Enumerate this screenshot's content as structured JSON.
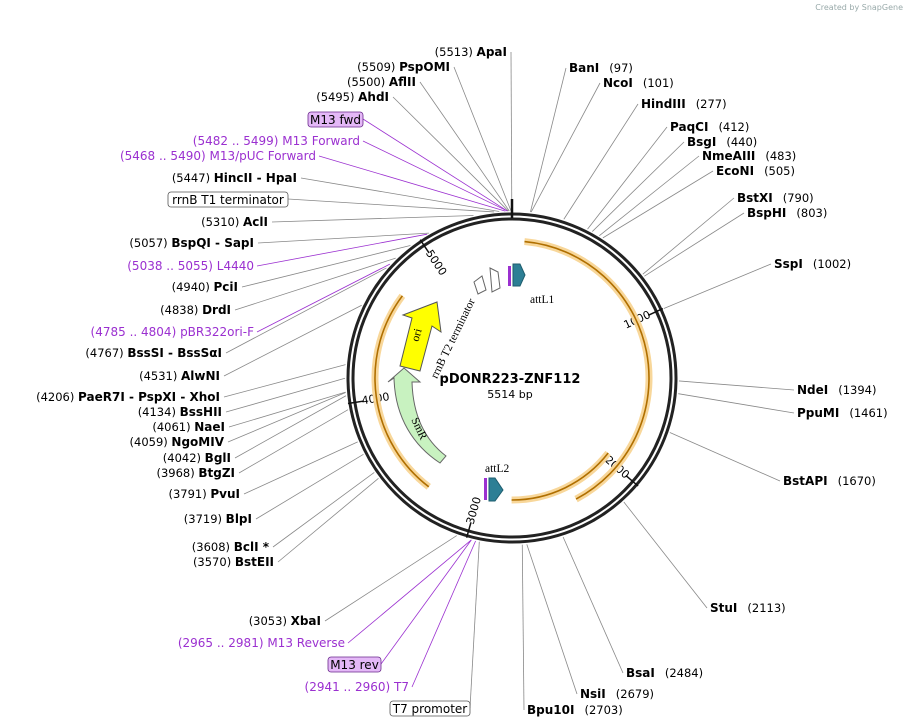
{
  "map": {
    "name": "pDONR223-ZNF112",
    "length_label": "5514 bp",
    "total_bp": 5514,
    "credit": "Created by SnapGene"
  },
  "ticks": [
    "1000",
    "2000",
    "3000",
    "4000",
    "5000"
  ],
  "enzymes_right": [
    {
      "name": "BanI",
      "pos": "(97)",
      "bp": 97
    },
    {
      "name": "NcoI",
      "pos": "(101)",
      "bp": 101
    },
    {
      "name": "HindIII",
      "pos": "(277)",
      "bp": 277
    },
    {
      "name": "PaqCI",
      "pos": "(412)",
      "bp": 412
    },
    {
      "name": "BsgI",
      "pos": "(440)",
      "bp": 440
    },
    {
      "name": "NmeAIII",
      "pos": "(483)",
      "bp": 483
    },
    {
      "name": "EcoNI",
      "pos": "(505)",
      "bp": 505
    },
    {
      "name": "BstXI",
      "pos": "(790)",
      "bp": 790
    },
    {
      "name": "BspHI",
      "pos": "(803)",
      "bp": 803
    },
    {
      "name": "SspI",
      "pos": "(1002)",
      "bp": 1002
    },
    {
      "name": "NdeI",
      "pos": "(1394)",
      "bp": 1394
    },
    {
      "name": "PpuMI",
      "pos": "(1461)",
      "bp": 1461
    },
    {
      "name": "BstAPI",
      "pos": "(1670)",
      "bp": 1670
    },
    {
      "name": "StuI",
      "pos": "(2113)",
      "bp": 2113
    },
    {
      "name": "BsaI",
      "pos": "(2484)",
      "bp": 2484
    },
    {
      "name": "NsiI",
      "pos": "(2679)",
      "bp": 2679
    },
    {
      "name": "Bpu10I",
      "pos": "(2703)",
      "bp": 2703
    }
  ],
  "enzymes_left": [
    {
      "name": "ApaI",
      "pos": "(5513)",
      "bp": 5513
    },
    {
      "name": "PspOMI",
      "pos": "(5509)",
      "bp": 5509
    },
    {
      "name": "AflII",
      "pos": "(5500)",
      "bp": 5500
    },
    {
      "name": "AhdI",
      "pos": "(5495)",
      "bp": 5495
    },
    {
      "name": "HincII  -  HpaI",
      "pos": "(5447)",
      "bp": 5447
    },
    {
      "name": "AclI",
      "pos": "(5310)",
      "bp": 5310
    },
    {
      "name": "BspQI  -  SapI",
      "pos": "(5057)",
      "bp": 5057
    },
    {
      "name": "PciI",
      "pos": "(4940)",
      "bp": 4940
    },
    {
      "name": "DrdI",
      "pos": "(4838)",
      "bp": 4838
    },
    {
      "name": "BssSI  -  BssSαI",
      "pos": "(4767)",
      "bp": 4767
    },
    {
      "name": "AlwNI",
      "pos": "(4531)",
      "bp": 4531
    },
    {
      "name": "PaeR7I  -  PspXI  -  XhoI",
      "pos": "(4206)",
      "bp": 4206
    },
    {
      "name": "BssHII",
      "pos": "(4134)",
      "bp": 4134
    },
    {
      "name": "NaeI",
      "pos": "(4061)",
      "bp": 4061
    },
    {
      "name": "NgoMIV",
      "pos": "(4059)",
      "bp": 4059
    },
    {
      "name": "BglI",
      "pos": "(4042)",
      "bp": 4042
    },
    {
      "name": "BtgZI",
      "pos": "(3968)",
      "bp": 3968
    },
    {
      "name": "PvuI",
      "pos": "(3791)",
      "bp": 3791
    },
    {
      "name": "BlpI",
      "pos": "(3719)",
      "bp": 3719
    },
    {
      "name": "BclI *",
      "pos": "(3608)",
      "bp": 3608
    },
    {
      "name": "BstEII",
      "pos": "(3570)",
      "bp": 3570
    },
    {
      "name": "XbaI",
      "pos": "(3053)",
      "bp": 3053
    }
  ],
  "primers": [
    {
      "range": "(5482 .. 5499)",
      "name": "M13 Forward",
      "bp": 5490
    },
    {
      "range": "(5468 .. 5490)",
      "name": "M13/pUC Forward",
      "bp": 5479
    },
    {
      "range": "(5038 .. 5055)",
      "name": "L4440",
      "bp": 5046
    },
    {
      "range": "(4785 .. 4804)",
      "name": "pBR322ori-F",
      "bp": 4794
    },
    {
      "range": "(2965 .. 2981)",
      "name": "M13 Reverse",
      "bp": 2973
    },
    {
      "range": "(2941 .. 2960)",
      "name": "T7",
      "bp": 2950
    }
  ],
  "boxed_features": [
    {
      "name": "M13 fwd",
      "bp": 5490
    },
    {
      "name": "rrnB T1 terminator",
      "bp": 5420
    },
    {
      "name": "M13 rev",
      "bp": 2973
    },
    {
      "name": "T7 promoter",
      "bp": 2930
    }
  ],
  "inner_features": {
    "attL1": "attL1",
    "attL2": "attL2",
    "ori": "ori",
    "smr": "SmR",
    "t2": "rrnB T2 terminator"
  },
  "colors": {
    "primer": "#9b30d0",
    "boxed_primer_fill": "#e4b8f7",
    "orf_arrow": "#f5a623",
    "orf_glow": "#f8d79a",
    "ori": "#ffff00",
    "smr": "#c8f2c0",
    "att": "#2d7f95",
    "line": "#888888"
  }
}
